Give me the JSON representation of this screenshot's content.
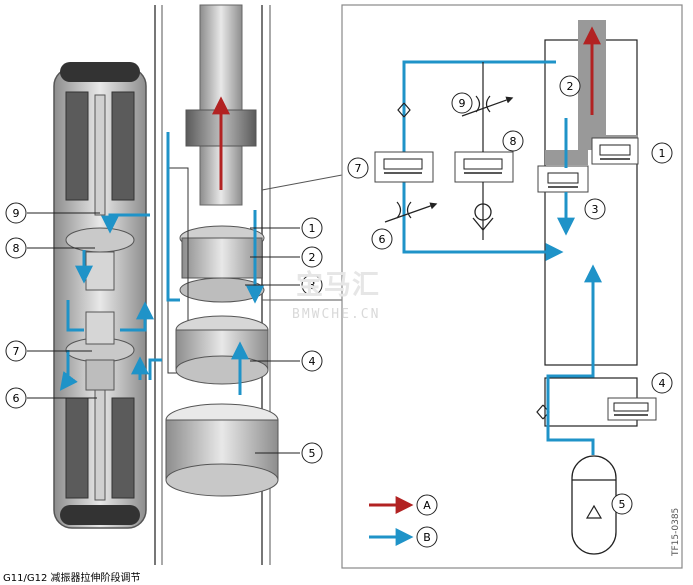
{
  "caption": "G11/G12 减振器拉伸阶段调节",
  "doc_id": "TF15-0385",
  "watermark": {
    "cn": "宝马汇",
    "en": "BMWCHE.CN"
  },
  "callouts": {
    "left": [
      {
        "num": "9"
      },
      {
        "num": "8"
      },
      {
        "num": "7"
      },
      {
        "num": "6"
      }
    ],
    "right": [
      {
        "num": "1"
      },
      {
        "num": "2"
      },
      {
        "num": "3"
      },
      {
        "num": "4"
      },
      {
        "num": "5"
      }
    ]
  },
  "schematic": {
    "labels": [
      "1",
      "2",
      "3",
      "4",
      "5",
      "6",
      "7",
      "8",
      "9"
    ]
  },
  "legend": [
    {
      "letter": "A",
      "color": "#b22222"
    },
    {
      "letter": "B",
      "color": "#1f93c8"
    }
  ],
  "colors": {
    "flow_red": "#b22222",
    "flow_blue": "#1f93c8",
    "housing": "#999999"
  }
}
